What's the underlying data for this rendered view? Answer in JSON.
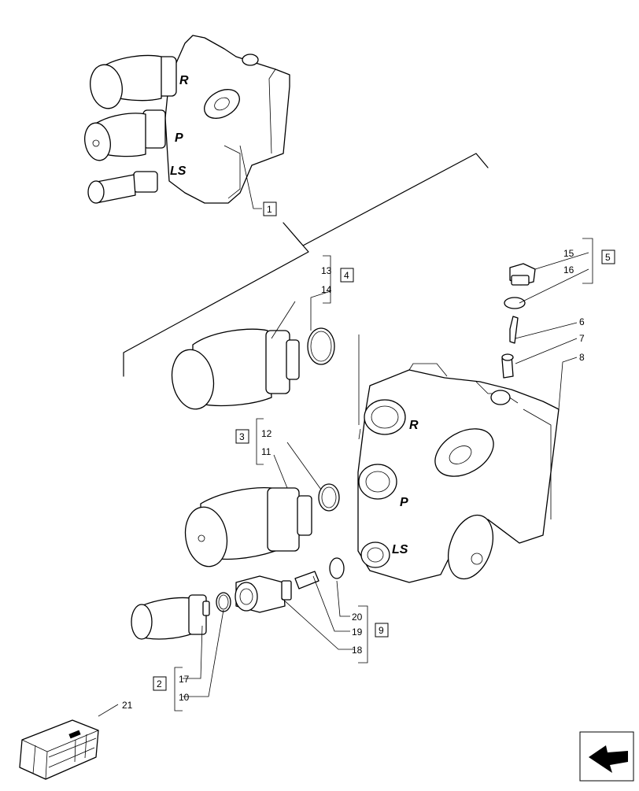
{
  "callouts": {
    "c1": "1",
    "c2": "2",
    "c3": "3",
    "c4": "4",
    "c5": "5",
    "c6": "6",
    "c7": "7",
    "c8": "8",
    "c9": "9",
    "c10": "10",
    "c11": "11",
    "c12": "12",
    "c13": "13",
    "c14": "14",
    "c15": "15",
    "c16": "16",
    "c17": "17",
    "c18": "18",
    "c19": "19",
    "c20": "20",
    "c21": "21"
  },
  "port_labels": {
    "r": "R",
    "p": "P",
    "ls": "LS"
  },
  "icons": {
    "nav": "arrow-navigate-icon",
    "kit": "crate-kit-icon"
  }
}
